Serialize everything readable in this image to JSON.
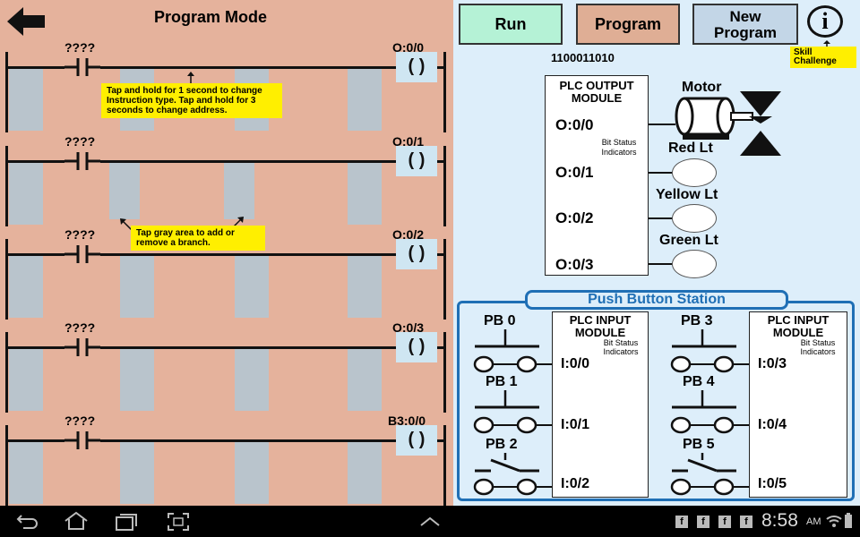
{
  "left_panel": {
    "title": "Program Mode",
    "rungs": [
      {
        "contact_label": "????",
        "coil_address": "O:0/0"
      },
      {
        "contact_label": "????",
        "coil_address": "O:0/1"
      },
      {
        "contact_label": "????",
        "coil_address": "O:0/2"
      },
      {
        "contact_label": "????",
        "coil_address": "O:0/3"
      },
      {
        "contact_label": "????",
        "coil_address": "B3:0/0"
      }
    ],
    "coil_symbol": "( )",
    "tip_instruction": "Tap and hold for 1 second to change Instruction type. Tap and hold for 3 seconds to change address.",
    "tip_branch": "Tap gray area to add or remove a branch."
  },
  "toolbar": {
    "run_label": "Run",
    "program_label": "Program",
    "new_program_label": "New Program",
    "info_symbol": "i",
    "skill_challenge_label": "Skill Challenge"
  },
  "output_module": {
    "bits": "1100011010",
    "title": "PLC OUTPUT MODULE",
    "bit_status": "Bit Status Indicators",
    "outputs": [
      "O:0/0",
      "O:0/1",
      "O:0/2",
      "O:0/3"
    ],
    "devices": [
      "Motor",
      "Red Lt",
      "Yellow Lt",
      "Green Lt"
    ]
  },
  "push_button_station": {
    "title": "Push Button Station",
    "input_module_title": "PLC INPUT MODULE",
    "bit_status": "Bit Status Indicators",
    "left_buttons": [
      "PB 0",
      "PB 1",
      "PB 2"
    ],
    "right_buttons": [
      "PB 3",
      "PB 4",
      "PB 5"
    ],
    "left_inputs": [
      "I:0/0",
      "I:0/1",
      "I:0/2"
    ],
    "right_inputs": [
      "I:0/3",
      "I:0/4",
      "I:0/5"
    ]
  },
  "status_bar": {
    "time": "8:58",
    "ampm": "AM"
  },
  "colors": {
    "ladder_bg": "#e5b29c",
    "panel_bg": "#ddeefa",
    "run_button": "#b5f2d6",
    "program_button": "#dfae95",
    "new_program_button": "#c3d6e7",
    "tooltip": "#ffef00",
    "branch_area": "#b9c4cc",
    "station_border": "#1f6fb5"
  }
}
